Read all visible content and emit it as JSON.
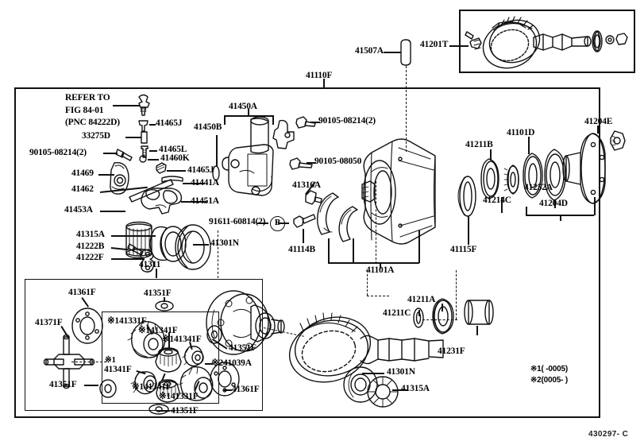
{
  "meta": {
    "watermark": "430297- C",
    "refer_to": [
      "REFER TO",
      "FIG 84-01",
      "(PNC 84222D)"
    ],
    "notes": [
      "※1(     -0005)",
      "※2(0005-     )"
    ],
    "circled_marker": "B"
  },
  "top_section": {
    "assembly_label": "41110F",
    "seal_label": "41507A",
    "inset_label": "41201T"
  },
  "left_column": {
    "labels": [
      "41465J",
      "33275D",
      "41465L",
      "41460K",
      "90105-08214(2)",
      "41469",
      "41462",
      "41453A",
      "41315A",
      "41222B",
      "41222F",
      "41311"
    ]
  },
  "mid_column": {
    "labels": [
      "41450A",
      "41450B",
      "41465J",
      "41441A",
      "41451A",
      "41301N",
      "91611-60814(2)",
      "90105-08214(2)",
      "90105-08050",
      "41316A",
      "41114B",
      "41101A"
    ]
  },
  "right_column": {
    "labels": [
      "41211B",
      "41101D",
      "41204E",
      "41252A",
      "41204D",
      "41214C",
      "41115F"
    ]
  },
  "lower_right": {
    "labels": [
      "41211A",
      "41211C",
      "41231F",
      "41301N",
      "41315A"
    ]
  },
  "diff_box": {
    "labels": [
      "41361F",
      "41351F",
      "41371F",
      "41351F",
      "41351F",
      "41361F",
      "41351F",
      "※241039A"
    ],
    "inner_box_labels": [
      "※141331F",
      "※141341F",
      "※141341F",
      "※1",
      "41341F",
      "※141341F",
      "※141331F"
    ]
  }
}
